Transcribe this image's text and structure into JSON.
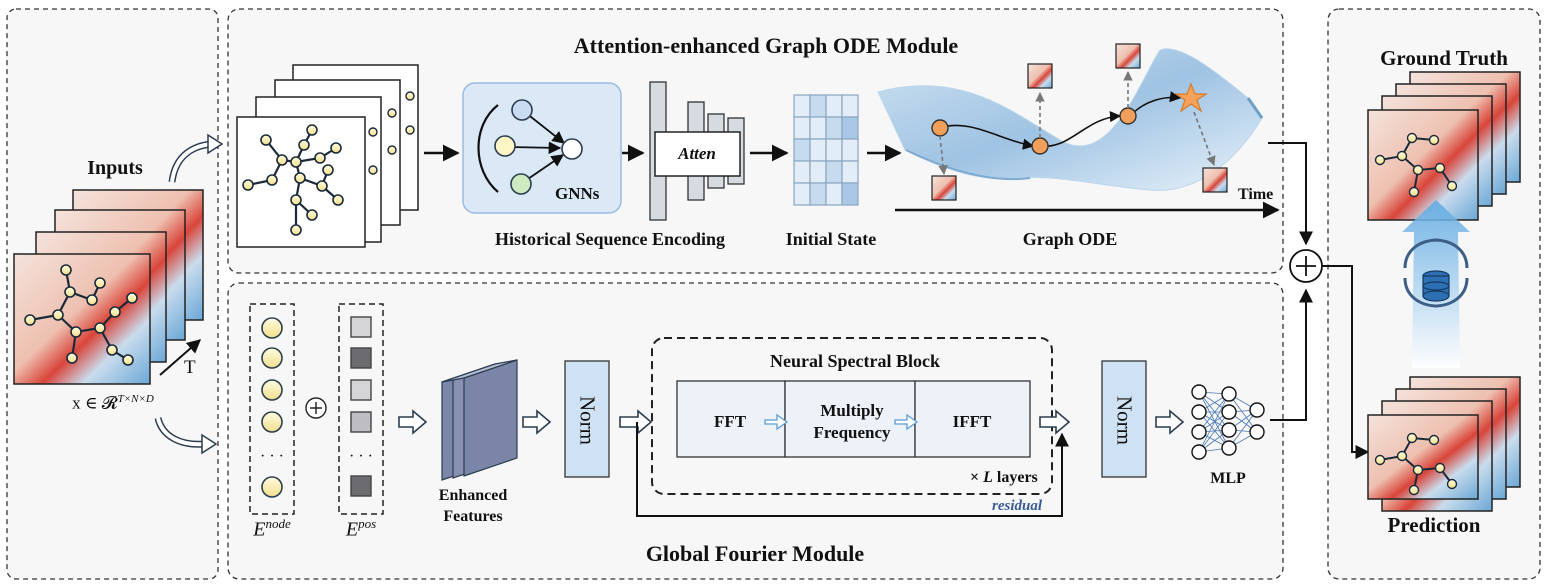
{
  "colors": {
    "panel_fill": "#f7f7f8",
    "node_fill": "#fff6c8",
    "node_stroke": "#2e3d4f",
    "norm_fill": "#cfe2f3",
    "heat_red": "#d9453a",
    "heat_blue": "#6aa7d6",
    "ode_node": "#f0a05a",
    "arrow": "#111111"
  },
  "inputs": {
    "title": "Inputs",
    "shape_label": "x ∈ 𝓡",
    "shape_sup": "T×N×D",
    "t_label": "T"
  },
  "graph_ode_module": {
    "title": "Attention-enhanced Graph ODE Module",
    "gnn_label": "GNNs",
    "atten_label": "Atten",
    "hist_label": "Historical Sequence Encoding",
    "init_label": "Initial State",
    "ode_label": "Graph ODE",
    "time_label": "Time"
  },
  "fourier_module": {
    "title": "Global Fourier Module",
    "e_node": "E",
    "e_node_sup": "node",
    "e_pos": "E",
    "e_pos_sup": "pos",
    "ellipsis": "· · ·",
    "enhanced_line1": "Enhanced",
    "enhanced_line2": "Features",
    "norm_label": "Norm",
    "spectral_title": "Neural Spectral Block",
    "fft": "FFT",
    "multiply_line1": "Multiply",
    "multiply_line2": "Frequency",
    "ifft": "IFFT",
    "layers_prefix": "× ",
    "layers_var": "L",
    "layers_suffix": " layers",
    "residual": "residual",
    "mlp": "MLP"
  },
  "output": {
    "ground_truth": "Ground Truth",
    "prediction": "Prediction",
    "plus": "+"
  }
}
